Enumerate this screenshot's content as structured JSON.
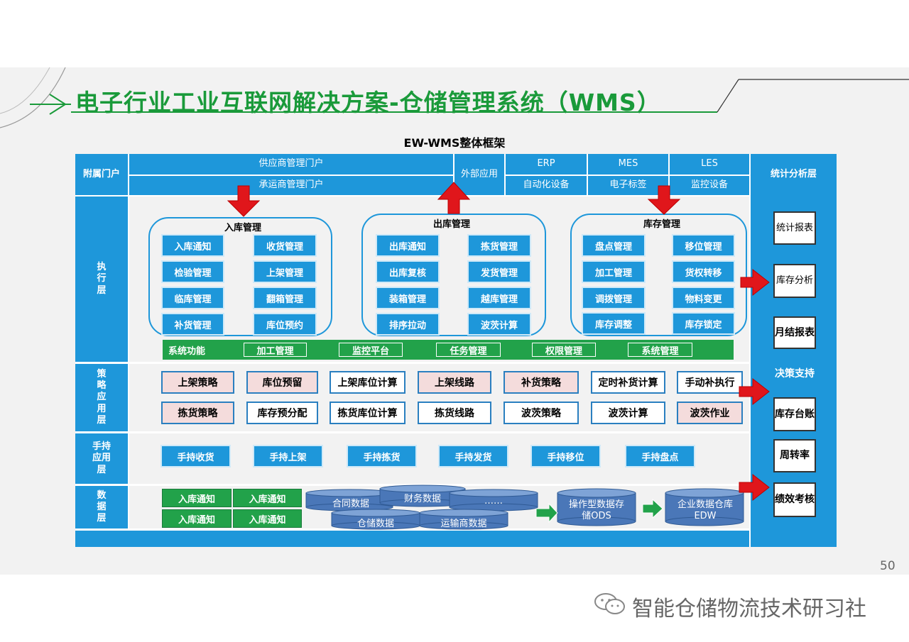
{
  "title": "电子行业工业互联网解决方案-仓储管理系统（WMS）",
  "diagram_title": "EW-WMS整体框架",
  "page_number": "50",
  "watermark": "智能仓储物流技术研习社",
  "header": {
    "label": "附属门户",
    "portals": [
      "供应商管理门户",
      "承运商管理门户"
    ],
    "external_label": "外部应用",
    "external_apps": [
      "ERP",
      "MES",
      "LES",
      "自动化设备",
      "电子标签",
      "监控设备"
    ]
  },
  "right": {
    "top_label": "统计分析层",
    "items": [
      "统计报表",
      "库存分析",
      "月结报表"
    ],
    "decision_label": "决策支持",
    "decision_items": [
      "库存台账",
      "周转率",
      "绩效考核"
    ]
  },
  "execution": {
    "label": "执行层",
    "groups": [
      {
        "name": "入库管理",
        "items": [
          "入库通知",
          "收货管理",
          "检验管理",
          "上架管理",
          "临库管理",
          "翻箱管理",
          "补货管理",
          "库位预约"
        ]
      },
      {
        "name": "出库管理",
        "items": [
          "出库通知",
          "拣货管理",
          "出库复核",
          "发货管理",
          "装箱管理",
          "越库管理",
          "排序拉动",
          "波茨计算"
        ]
      },
      {
        "name": "库存管理",
        "items": [
          "盘点管理",
          "移位管理",
          "加工管理",
          "货权转移",
          "调拨管理",
          "物料变更",
          "库存调整",
          "库存锁定"
        ]
      }
    ],
    "system_label": "系统功能",
    "system_items": [
      "加工管理",
      "监控平台",
      "任务管理",
      "权限管理",
      "系统管理"
    ]
  },
  "strategy": {
    "label": "策略应用层",
    "row1": [
      "上架策略",
      "库位预留",
      "上架库位计算",
      "上架线路",
      "补货策略",
      "定时补货计算",
      "手动补执行"
    ],
    "row2": [
      "拣货策略",
      "库存预分配",
      "拣货库位计算",
      "拣货线路",
      "波茨策略",
      "波茨计算",
      "波茨作业"
    ]
  },
  "handheld": {
    "label": "手持应用层",
    "items": [
      "手持收货",
      "手持上架",
      "手持拣货",
      "手持发货",
      "手持移位",
      "手持盘点"
    ]
  },
  "data_layer": {
    "label": "数据层",
    "inbound": [
      "入库通知",
      "入库通知",
      "入库通知",
      "入库通知"
    ],
    "dbs": [
      "合同数据",
      "财务数据",
      "……",
      "仓储数据",
      "运输商数据"
    ],
    "ods": "操作型数据存储ODS",
    "edw": "企业数据仓库EDW"
  },
  "colors": {
    "blue": "#1e97da",
    "green": "#22a24a",
    "title_green": "#1a9a3a",
    "red_arrow": "#e0161b"
  }
}
